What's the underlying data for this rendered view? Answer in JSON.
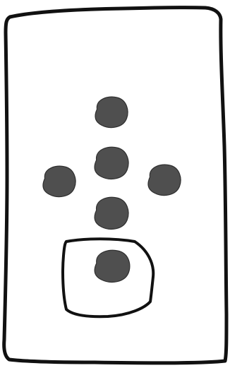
{
  "sketch": {
    "ink_color": "#111111",
    "blob_color": "#4f4f4f",
    "blob_stroke_color": "#2f2f2f",
    "background_color": "#ffffff",
    "marks": [
      {
        "name": "dot-top"
      },
      {
        "name": "dot-center"
      },
      {
        "name": "dot-left"
      },
      {
        "name": "dot-right"
      },
      {
        "name": "dot-lower"
      },
      {
        "name": "dot-bottom-circled"
      }
    ]
  }
}
